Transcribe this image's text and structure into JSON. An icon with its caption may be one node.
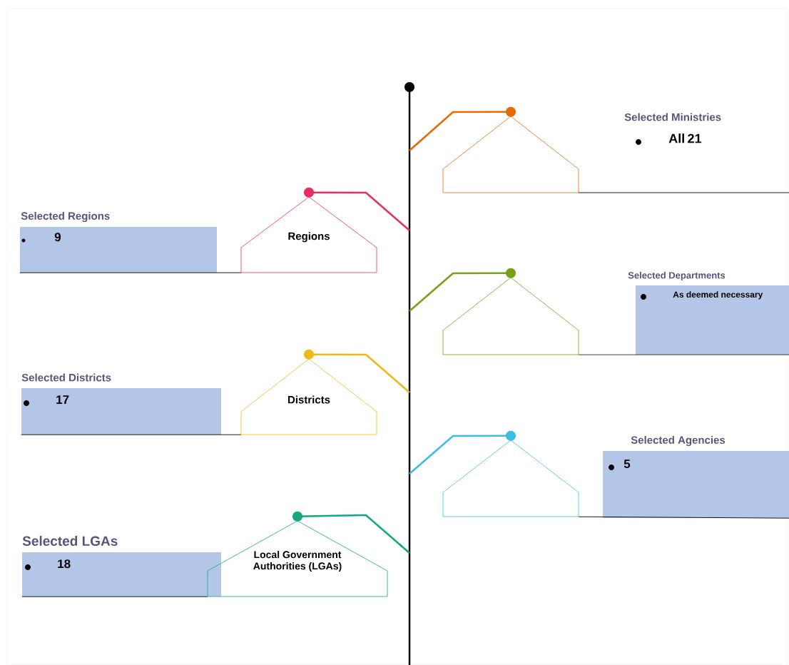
{
  "diagram": {
    "nodes": [
      {
        "text": [],
        "shape": "bar"
      },
      {
        "text": [],
        "shape": "pentagon"
      },
      {
        "text": [
          "Selected Ministries",
          "All 21"
        ]
      },
      {
        "text": [
          "Selected Regions",
          "9"
        ]
      },
      {
        "text": [
          "Regions"
        ]
      },
      {
        "text": [],
        "shape": "pentagon"
      },
      {
        "text": [
          "Selected Departments",
          "As deemed necessary"
        ]
      },
      {
        "text": [
          "Selected Districts",
          "17"
        ]
      },
      {
        "text": [
          "Districts"
        ]
      },
      {
        "text": [],
        "shape": "pentagon"
      },
      {
        "text": [
          "Selected Agencies",
          "5"
        ]
      },
      {
        "text": [
          "Selected LGAs",
          "18"
        ]
      },
      {
        "text": [
          "Local Government Authorities (LGAs)"
        ]
      }
    ],
    "edges": [
      {
        "from": 0,
        "to": 1,
        "arrow": "other",
        "color": "#e36c09"
      },
      {
        "from": 0,
        "to": 4,
        "arrow": "other",
        "color": "#e8305f"
      },
      {
        "from": 4,
        "to": 3,
        "arrow": "none"
      },
      {
        "from": 0,
        "to": 5,
        "arrow": "other",
        "color": "#77a217"
      },
      {
        "from": 5,
        "to": 6,
        "arrow": "none"
      },
      {
        "from": 0,
        "to": 8,
        "arrow": "other",
        "color": "#f0b71a"
      },
      {
        "from": 8,
        "to": 7,
        "arrow": "none"
      },
      {
        "from": 0,
        "to": 9,
        "arrow": "other",
        "color": "#3cbde6"
      },
      {
        "from": 9,
        "to": 10,
        "arrow": "none"
      },
      {
        "from": 0,
        "to": 12,
        "arrow": "other",
        "color": "#14a87c"
      },
      {
        "from": 12,
        "to": 11,
        "arrow": "none"
      }
    ]
  }
}
